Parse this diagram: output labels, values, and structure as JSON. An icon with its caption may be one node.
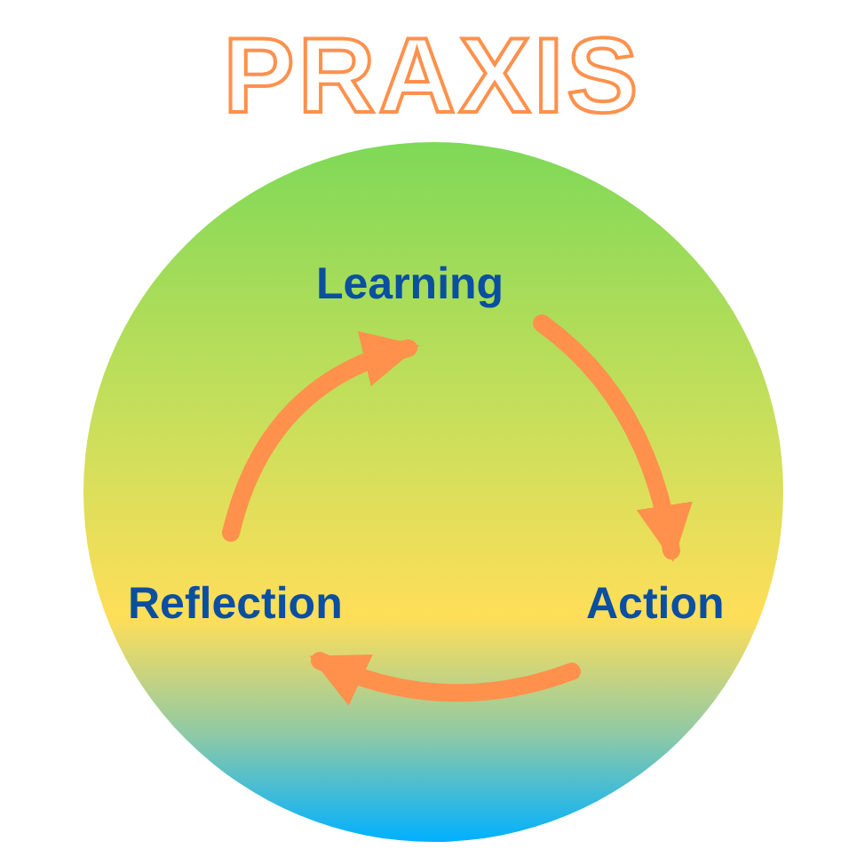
{
  "diagram": {
    "title": "PRAXIS",
    "nodes": [
      {
        "text": [],
        "shape": "circle"
      },
      {
        "text": [
          "Learning"
        ],
        "in": 0
      },
      {
        "text": [
          "Reflection"
        ],
        "in": 0
      },
      {
        "text": [
          "Action"
        ],
        "in": 0
      }
    ],
    "edges": [
      {
        "from": 1,
        "to": 3,
        "arrow": "to"
      },
      {
        "from": 3,
        "to": 2,
        "arrow": "to"
      },
      {
        "from": 2,
        "to": 1,
        "arrow": "to"
      }
    ]
  }
}
